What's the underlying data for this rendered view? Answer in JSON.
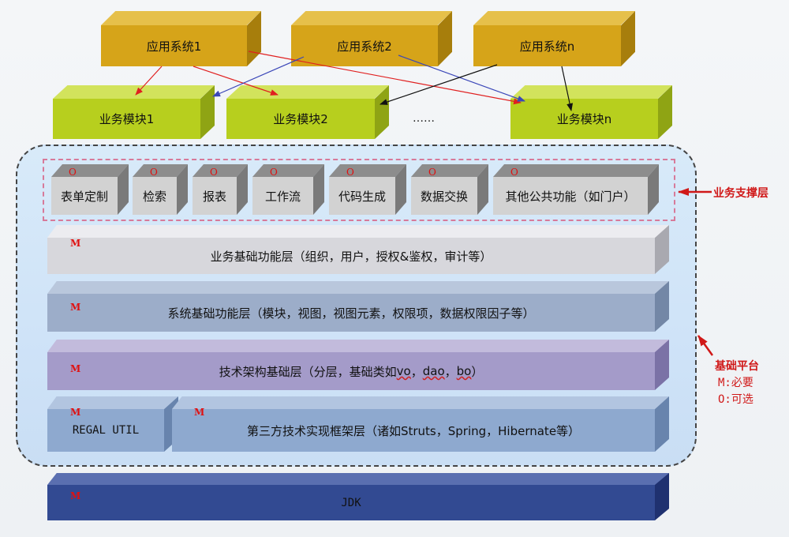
{
  "apps": {
    "app1": "应用系统1",
    "app2": "应用系统2",
    "appn": "应用系统n"
  },
  "modules": {
    "mod1": "业务模块1",
    "mod2": "业务模块2",
    "ellipsis": "……",
    "modn": "业务模块n"
  },
  "support_items": [
    {
      "label": "表单定制",
      "mark": "O"
    },
    {
      "label": "检索",
      "mark": "O"
    },
    {
      "label": "报表",
      "mark": "O"
    },
    {
      "label": "工作流",
      "mark": "O"
    },
    {
      "label": "代码生成",
      "mark": "O"
    },
    {
      "label": "数据交换",
      "mark": "O"
    },
    {
      "label": "其他公共功能（如门户）",
      "mark": "O"
    }
  ],
  "layers": {
    "business_base": {
      "label": "业务基础功能层（组织，用户，授权&鉴权，审计等）",
      "mark": "M"
    },
    "system_base": {
      "label": "系统基础功能层（模块，视图，视图元素，权限项，数据权限因子等）",
      "mark": "M"
    },
    "tech_arch": {
      "label_prefix": "技术架构基础层（分层，基础类如",
      "vo": "vo",
      "sep1": "，",
      "dao": "dao",
      "sep2": "，",
      "bo": "bo",
      "label_suffix": "）",
      "mark": "M"
    },
    "regal": {
      "label": "REGAL UTIL",
      "mark": "M"
    },
    "third_party": {
      "label": "第三方技术实现框架层（诸如Struts，Spring，Hibernate等）",
      "mark": "M"
    },
    "jdk": {
      "label": "JDK",
      "mark": "M"
    }
  },
  "labels": {
    "support_layer": "业务支撑层",
    "base_platform": "基础平台",
    "legend_m": "M:必要",
    "legend_o": "O:可选"
  },
  "colors": {
    "app_face": "#d6a419",
    "module_face": "#b7cf1e",
    "support_face": "#d2d2d2",
    "layer1_face": "#d7d7dc",
    "layer2_face": "#9cadc9",
    "layer3_face": "#a49bc9",
    "layer4_face": "#8ea9cf",
    "jdk_face": "#324a92",
    "accent_red": "#d01818"
  }
}
